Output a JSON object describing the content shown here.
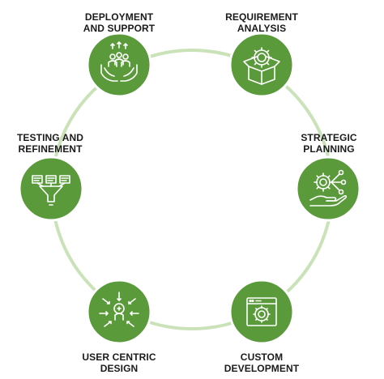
{
  "diagram": {
    "accent_color": "#5a9a3b",
    "ring_color": "#c9e2b7",
    "steps": [
      {
        "id": "deployment",
        "line1": "DEPLOYMENT",
        "line2": "AND SUPPORT",
        "icon": "team-in-hands-icon"
      },
      {
        "id": "requirement",
        "line1": "REQUIREMENT",
        "line2": "ANALYSIS",
        "icon": "gear-in-box-icon"
      },
      {
        "id": "strategic",
        "line1": "STRATEGIC",
        "line2": "PLANNING",
        "icon": "gear-network-hand-icon"
      },
      {
        "id": "custom",
        "line1": "CUSTOM",
        "line2": "DEVELOPMENT",
        "icon": "browser-gear-icon"
      },
      {
        "id": "user-centric",
        "line1": "USER CENTRIC",
        "line2": "DESIGN",
        "icon": "user-arrows-icon"
      },
      {
        "id": "testing",
        "line1": "TESTING AND",
        "line2": "REFINEMENT",
        "icon": "funnel-filter-icon"
      }
    ]
  }
}
